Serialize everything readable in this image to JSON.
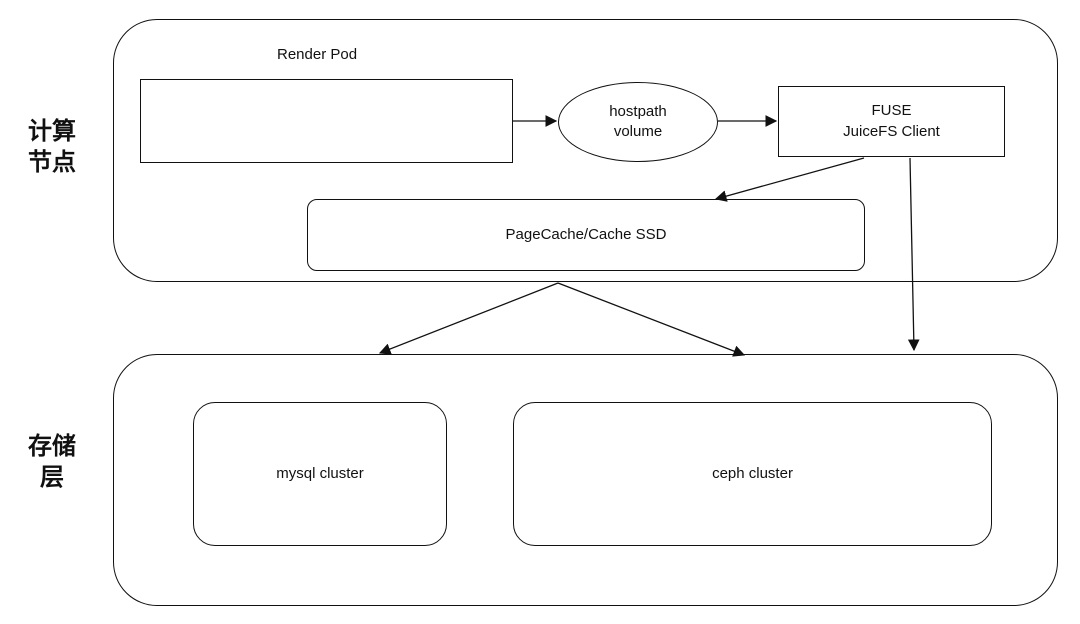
{
  "compute_layer": {
    "label_line1": "计算",
    "label_line2": "节点",
    "render_pod_label": "Render Pod",
    "hostpath_line1": "hostpath",
    "hostpath_line2": "volume",
    "fuse_line1": "FUSE",
    "fuse_line2": "JuiceFS Client",
    "cache_label": "PageCache/Cache SSD"
  },
  "storage_layer": {
    "label_line1": "存储",
    "label_line2": "层",
    "mysql_label": "mysql cluster",
    "ceph_label": "ceph cluster"
  }
}
